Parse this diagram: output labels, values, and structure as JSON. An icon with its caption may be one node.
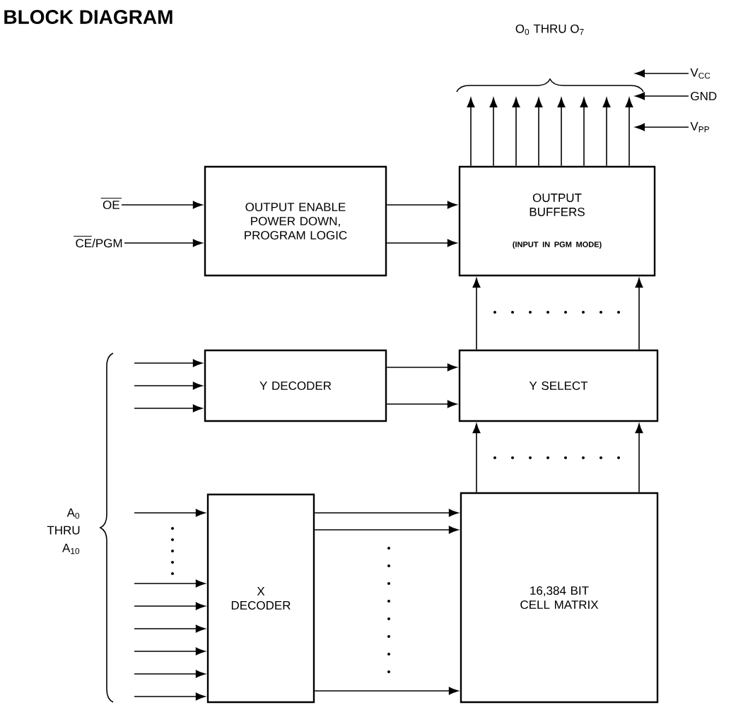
{
  "diagram": {
    "title": "BLOCK DIAGRAM",
    "nodes": [
      {
        "text": [
          "OUTPUT ENABLE POWER DOWN, PROGRAM LOGIC"
        ]
      },
      {
        "text": [
          "OUTPUT BUFFERS",
          "(INPUT IN PGM MODE)"
        ]
      },
      {
        "text": [
          "Y DECODER"
        ]
      },
      {
        "text": [
          "Y SELECT"
        ]
      },
      {
        "text": [
          "X DECODER"
        ]
      },
      {
        "text": [
          "16,384 BIT CELL MATRIX"
        ]
      },
      {
        "text": [
          "OE"
        ]
      },
      {
        "text": [
          "CE/PGM"
        ]
      },
      {
        "text": [
          "V$_{CC}$"
        ]
      },
      {
        "text": [
          "GND"
        ]
      },
      {
        "text": [
          "V$_{PP}$"
        ]
      }
    ],
    "edges": [
      {
        "from": 6,
        "to": 0,
        "arrow": "to"
      },
      {
        "from": 7,
        "to": 0,
        "arrow": "to"
      },
      {
        "from": 0,
        "to": 1,
        "arrow": "to"
      },
      {
        "from": 0,
        "to": 1,
        "arrow": "to"
      },
      {
        "from": 1,
        "to": null,
        "arrow": "to"
      },
      {
        "from": 1,
        "to": null,
        "arrow": "to"
      },
      {
        "from": 1,
        "to": null,
        "arrow": "to"
      },
      {
        "from": 1,
        "to": null,
        "arrow": "to"
      },
      {
        "from": 1,
        "to": null,
        "arrow": "to"
      },
      {
        "from": 1,
        "to": null,
        "arrow": "to"
      },
      {
        "from": 1,
        "to": null,
        "arrow": "to"
      },
      {
        "from": 1,
        "to": null,
        "arrow": "to"
      },
      {
        "from": 8,
        "to": null,
        "arrow": "to"
      },
      {
        "from": 9,
        "to": null,
        "arrow": "to"
      },
      {
        "from": 10,
        "to": null,
        "arrow": "to"
      },
      {
        "from": 3,
        "to": 1,
        "arrow": "to"
      },
      {
        "from": 3,
        "to": 1,
        "arrow": "to"
      },
      {
        "from": 2,
        "to": 3,
        "arrow": "to"
      },
      {
        "from": 2,
        "to": 3,
        "arrow": "to"
      },
      {
        "from": 5,
        "to": 3,
        "arrow": "to"
      },
      {
        "from": 5,
        "to": 3,
        "arrow": "to"
      },
      {
        "from": 4,
        "to": 5,
        "arrow": "to"
      },
      {
        "from": 4,
        "to": 5,
        "arrow": "to"
      },
      {
        "from": 4,
        "to": 5,
        "arrow": "to"
      },
      {
        "from": null,
        "to": 2,
        "arrow": "to"
      },
      {
        "from": null,
        "to": 2,
        "arrow": "to"
      },
      {
        "from": null,
        "to": 2,
        "arrow": "to"
      },
      {
        "from": null,
        "to": 4,
        "arrow": "to"
      },
      {
        "from": null,
        "to": 4,
        "arrow": "to"
      },
      {
        "from": null,
        "to": 4,
        "arrow": "to"
      },
      {
        "from": null,
        "to": 4,
        "arrow": "to"
      },
      {
        "from": null,
        "to": 4,
        "arrow": "to"
      },
      {
        "from": null,
        "to": 4,
        "arrow": "to"
      },
      {
        "from": null,
        "to": 4,
        "arrow": "to"
      }
    ],
    "labels": [
      "O$_{0}$ THRU O$_{7}$",
      "A$_{0}$ THRU A$_{10}$"
    ]
  }
}
